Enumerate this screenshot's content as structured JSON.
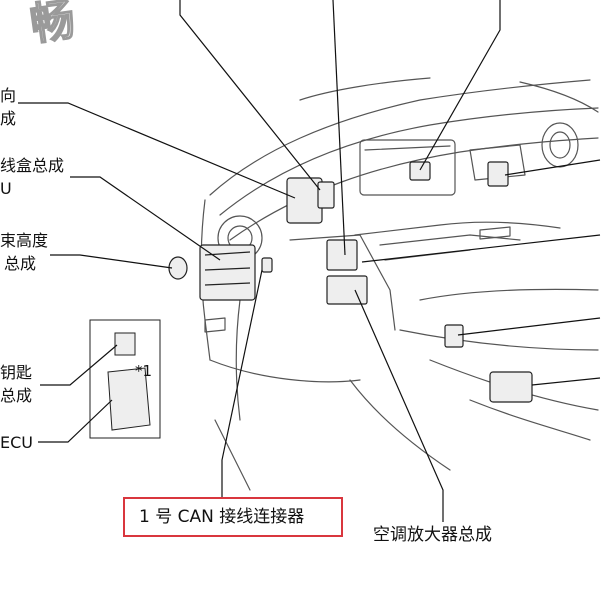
{
  "watermark": {
    "text": "畅"
  },
  "labels": {
    "l1_line1": "向",
    "l1_line2": "成",
    "l2_line1": "线盒总成",
    "l2_line2": "U",
    "l3_line1": "束高度",
    "l3_line2": "总成",
    "l4_line1": "钥匙",
    "l4_line2": "总成",
    "l5": "ECU",
    "note_mark": "*1",
    "callout": "1 号 CAN 接线连接器",
    "bottom_right": "空调放大器总成"
  },
  "colors": {
    "callout_border": "#d9363e",
    "line": "#111111",
    "sketch": "#555555"
  }
}
